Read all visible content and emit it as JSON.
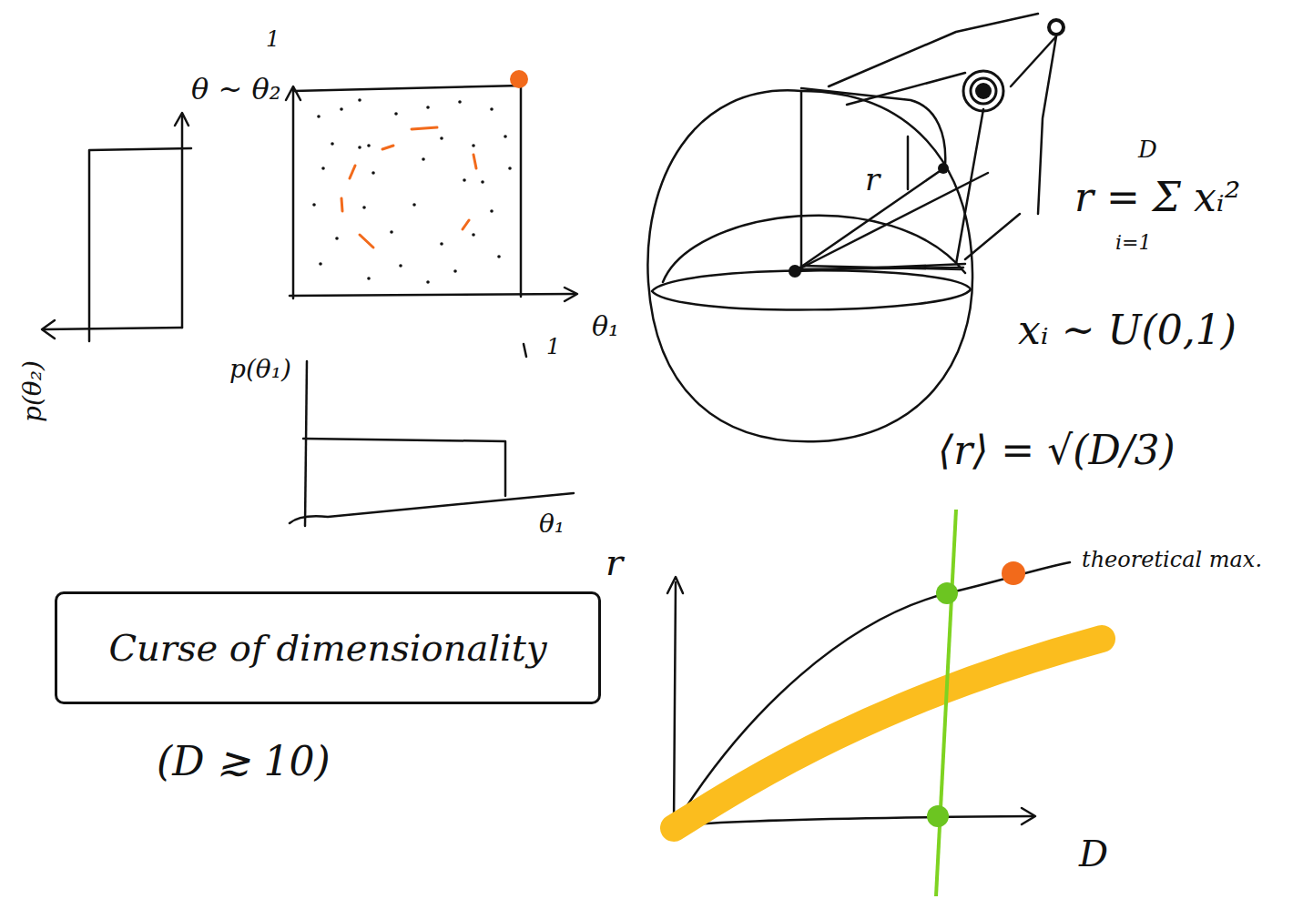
{
  "diagram": {
    "nodes": [
      {
        "text": [
          "Curse of dimensionality"
        ]
      }
    ],
    "labels": [
      "θ ~ θ₂",
      "1",
      "p(θ₂)",
      "θ₁",
      "1",
      "p(θ₁)",
      "θ₁",
      "r",
      "D",
      "r = Σ xᵢ²",
      "i=1",
      "xᵢ ~ U(0,1)",
      "⟨r⟩ = √(D/3)",
      "r",
      "theoretical max.",
      "D",
      "(D ≳ 10)"
    ]
  }
}
